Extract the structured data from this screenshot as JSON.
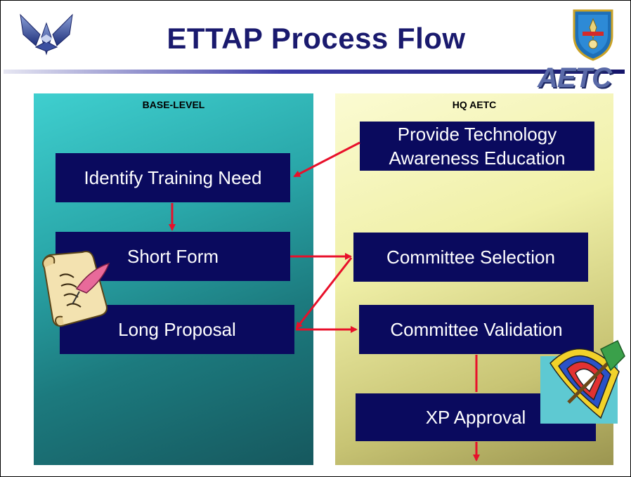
{
  "title": "ETTAP Process Flow",
  "logo_text": "AETC",
  "lanes": {
    "base": "BASE-LEVEL",
    "hq": "HQ AETC"
  },
  "nodes": {
    "identify": "Identify Training Need",
    "short_form": "Short Form",
    "long_proposal": "Long Proposal",
    "provide_tech_line1": "Provide Technology",
    "provide_tech_line2": "Awareness Education",
    "committee_selection": "Committee Selection",
    "committee_validation": "Committee Validation",
    "xp_approval": "XP Approval"
  },
  "colors": {
    "box": "#0a0a5e",
    "arrow": "#e8102a",
    "title": "#1a1a6e"
  }
}
